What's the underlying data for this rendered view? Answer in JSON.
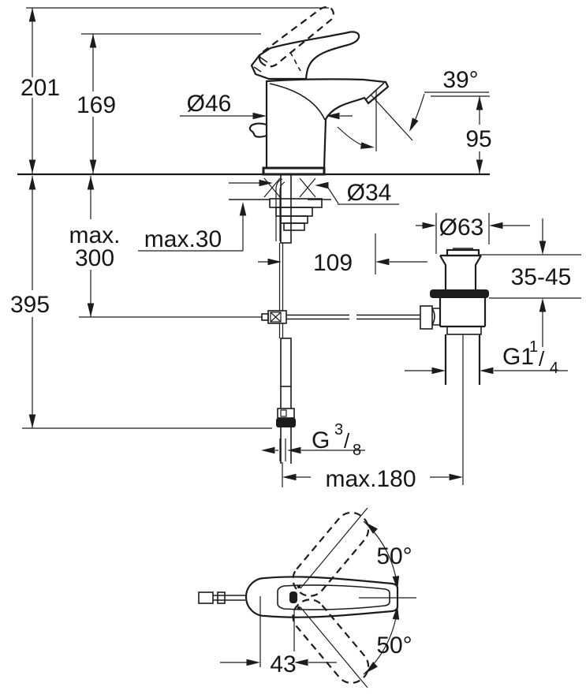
{
  "drawing": {
    "kind": "technical-dimension-drawing",
    "subject": "single-lever basin mixer with pop-up waste set",
    "background_color": "#ffffff",
    "line_color": "#1c1c1c",
    "main_view": {
      "height_with_lever_raised": "201",
      "height_to_lever_tip": "169",
      "body_diameter": "Ø46",
      "aerator_angle": "39°",
      "spout_outlet_height": "95",
      "mounting_hole_diameter": "Ø34",
      "max_depth_word": "max.",
      "max_depth_value": "300",
      "max_deck_thickness": "max.30",
      "spout_projection": "109",
      "waste_flange_diameter": "Ø63",
      "waste_deck_thickness_range": "35-45",
      "hose_length_below_deck": "395",
      "waste_thread": {
        "prefix": "G1",
        "sup": "1",
        "slash": "/",
        "sub": "4"
      },
      "supply_thread": {
        "prefix": "G",
        "sup": "3",
        "slash": "/",
        "sub": "8"
      },
      "max_rod_reach": "max.180"
    },
    "top_view": {
      "lever_swivel_up": "50°",
      "lever_swivel_down": "50°",
      "lever_pivot_offset": "43"
    }
  }
}
